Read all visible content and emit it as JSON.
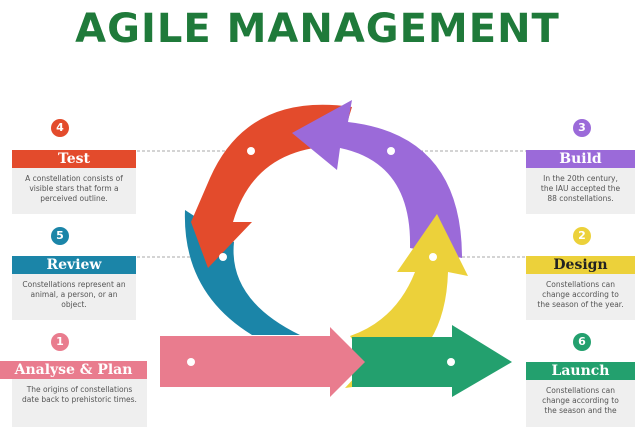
{
  "title": "AGILE MANAGEMENT",
  "steps": [
    {
      "number": "1",
      "label": "Analyse & Plan",
      "desc": "The origins of constellations date back to prehistoric times.",
      "color": "#e97c8e"
    },
    {
      "number": "2",
      "label": "Design",
      "desc": "Constellations can change according to the season of the year.",
      "color": "#ecd13a"
    },
    {
      "number": "3",
      "label": "Build",
      "desc": "In the 20th century, the IAU accepted the 88 constellations.",
      "color": "#9b6ad9"
    },
    {
      "number": "4",
      "label": "Test",
      "desc": "A constellation consists of visible stars that form a perceived outline.",
      "color": "#e34b2c"
    },
    {
      "number": "5",
      "label": "Review",
      "desc": "Constellations represent an animal, a person, or an object.",
      "color": "#1b85a8"
    },
    {
      "number": "6",
      "label": "Launch",
      "desc": "Constellations can change according to the season and the",
      "color": "#23a06e"
    }
  ],
  "colors": {
    "title": "#1f7a3a",
    "line": "#aaaaaa",
    "box": "#efefef"
  }
}
